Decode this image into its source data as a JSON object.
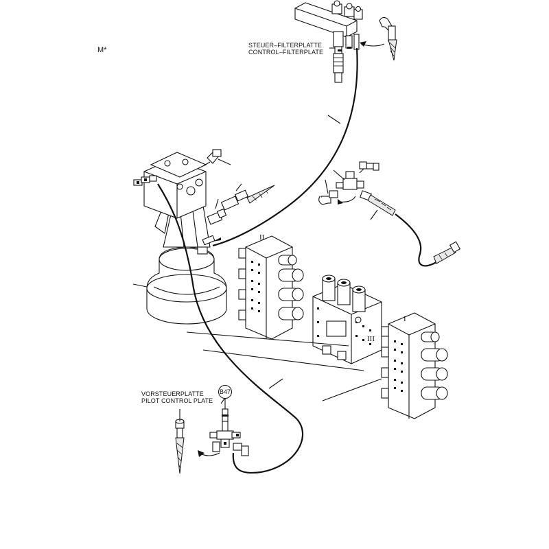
{
  "diagram": {
    "reference_mark": "M*",
    "labels": {
      "control_filter_plate_de": "STEUER–FILTERPLATTE",
      "control_filter_plate_en": "CONTROL–FILTERPLATE",
      "pilot_control_plate_de": "VORSTEUERPLATTE",
      "pilot_control_plate_en": "PILOT CONTROL PLATE"
    },
    "callout": "B47",
    "valve_blocks": {
      "left": "II",
      "middle": "III",
      "right": "I"
    },
    "colors": {
      "line": "#111111",
      "background": "#ffffff"
    }
  }
}
